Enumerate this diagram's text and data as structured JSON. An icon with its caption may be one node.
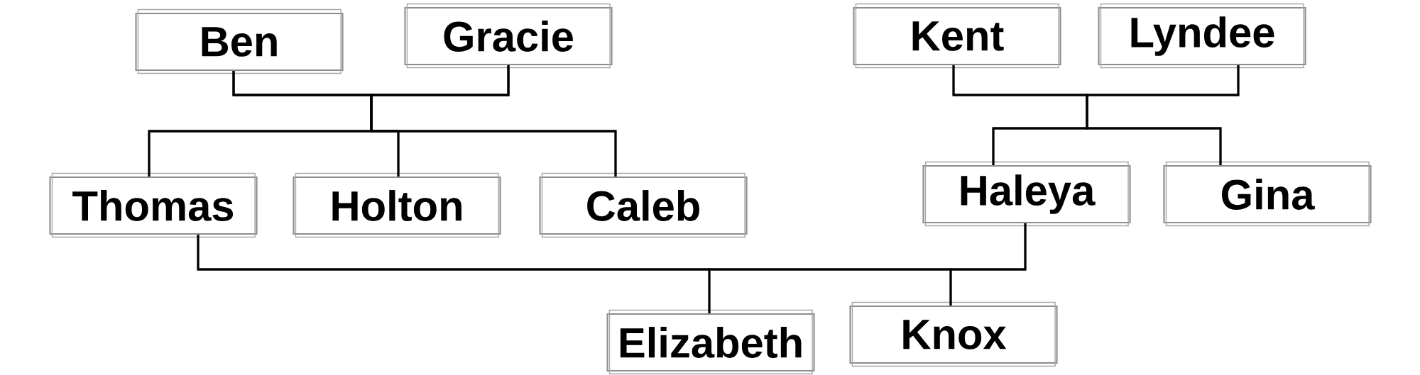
{
  "diagram": {
    "nodes": [
      {
        "text": [
          "Ben"
        ]
      },
      {
        "text": [
          "Gracie"
        ]
      },
      {
        "text": [
          "Kent"
        ]
      },
      {
        "text": [
          "Lyndee"
        ]
      },
      {
        "text": [
          "Thomas"
        ]
      },
      {
        "text": [
          "Holton"
        ]
      },
      {
        "text": [
          "Caleb"
        ]
      },
      {
        "text": [
          "Haleya"
        ]
      },
      {
        "text": [
          "Gina"
        ]
      },
      {
        "text": [
          "Elizabeth"
        ]
      },
      {
        "text": [
          "Knox"
        ]
      }
    ],
    "edges": [
      {
        "from": 0,
        "to": 4,
        "arrow": "none"
      },
      {
        "from": 0,
        "to": 5,
        "arrow": "none"
      },
      {
        "from": 0,
        "to": 6,
        "arrow": "none"
      },
      {
        "from": 1,
        "to": 4,
        "arrow": "none"
      },
      {
        "from": 1,
        "to": 5,
        "arrow": "none"
      },
      {
        "from": 1,
        "to": 6,
        "arrow": "none"
      },
      {
        "from": 2,
        "to": 7,
        "arrow": "none"
      },
      {
        "from": 2,
        "to": 8,
        "arrow": "none"
      },
      {
        "from": 3,
        "to": 7,
        "arrow": "none"
      },
      {
        "from": 3,
        "to": 8,
        "arrow": "none"
      },
      {
        "from": 4,
        "to": 9,
        "arrow": "none"
      },
      {
        "from": 4,
        "to": 10,
        "arrow": "none"
      },
      {
        "from": 7,
        "to": 9,
        "arrow": "none"
      },
      {
        "from": 7,
        "to": 10,
        "arrow": "none"
      }
    ]
  }
}
